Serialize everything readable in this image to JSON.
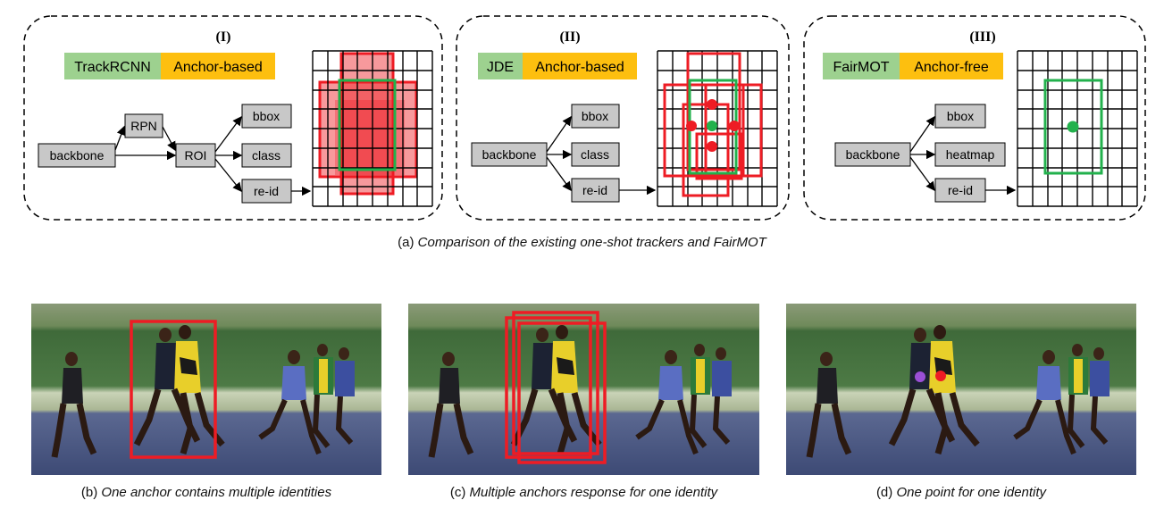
{
  "panels": [
    {
      "numeral": "(I)",
      "method": "TrackRCNN",
      "anchor_type": "Anchor-based",
      "nodes": {
        "backbone": "backbone",
        "rpn": "RPN",
        "roi": "ROI",
        "out1": "bbox",
        "out2": "class",
        "out3": "re-id"
      }
    },
    {
      "numeral": "(II)",
      "method": "JDE",
      "anchor_type": "Anchor-based",
      "nodes": {
        "backbone": "backbone",
        "out1": "bbox",
        "out2": "class",
        "out3": "re-id"
      }
    },
    {
      "numeral": "(III)",
      "method": "FairMOT",
      "anchor_type": "Anchor-free",
      "nodes": {
        "backbone": "backbone",
        "out1": "bbox",
        "out2": "heatmap",
        "out3": "re-id"
      }
    }
  ],
  "captions": {
    "a": {
      "prefix": "(a) ",
      "text": "Comparison of the existing one-shot trackers and FairMOT"
    },
    "b": {
      "prefix": "(b) ",
      "text": "One anchor contains multiple identities"
    },
    "c": {
      "prefix": "(c) ",
      "text": "Multiple anchors response for one identity"
    },
    "d": {
      "prefix": "(d) ",
      "text": "One point for one identity"
    }
  },
  "colors": {
    "method_bg": "#9dd18f",
    "anchor_bg": "#fdbf0f",
    "node_bg": "#c8c8c8",
    "anchor_box": "#ee1c24",
    "center_box": "#22b14c",
    "stadium_wall": "#4d7a45",
    "track": "#4b5a87",
    "sky_band": "#7a8a66"
  }
}
